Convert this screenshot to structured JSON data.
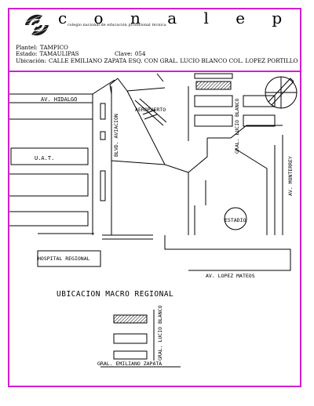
{
  "header": {
    "brand": "c o n a l e p",
    "tagline": "colegio nacional de educación profesional técnica",
    "plantel_label": "Plantel:",
    "plantel_value": "TAMPICO",
    "estado_label": "Estado:",
    "estado_value": "TAMAULIPAS",
    "clave_label": "Clave:",
    "clave_value": "054",
    "ubicacion_label": "Ubicación:",
    "ubicacion_value": "CALLE EMILIANO ZAPATA ESQ. CON GRAL. LUCIO BLANCO COL. LOPEZ PORTILLO"
  },
  "map": {
    "streets": {
      "av_hidalgo": "AV. HIDALGO",
      "blvd_aviacion": "BLVD. AVIACION",
      "aeropuerto": "AEROPUERTO",
      "gral_lucio_blanco": "GRAL. LUCIO BLANCO",
      "av_monterrey": "AV. MONTERREY",
      "uat": "U.A.T.",
      "estadio": "ESTADIO",
      "hospital_regional": "HOSPITAL REGIONAL",
      "av_lopez_mateos": "AV. LOPEZ MATEOS"
    },
    "macro_title": "UBICACION MACRO REGIONAL",
    "micro": {
      "gral_lucio_blanco": "GRAL. LUCIO BLANCO",
      "gral_emiliano_zapata": "GRAL. EMILIANO ZAPATA"
    }
  },
  "colors": {
    "frame": "#d21fd2",
    "ink": "#000000"
  },
  "icons": [
    "conalep-logo-icon",
    "north-arrow-icon",
    "location-marker-icon"
  ]
}
